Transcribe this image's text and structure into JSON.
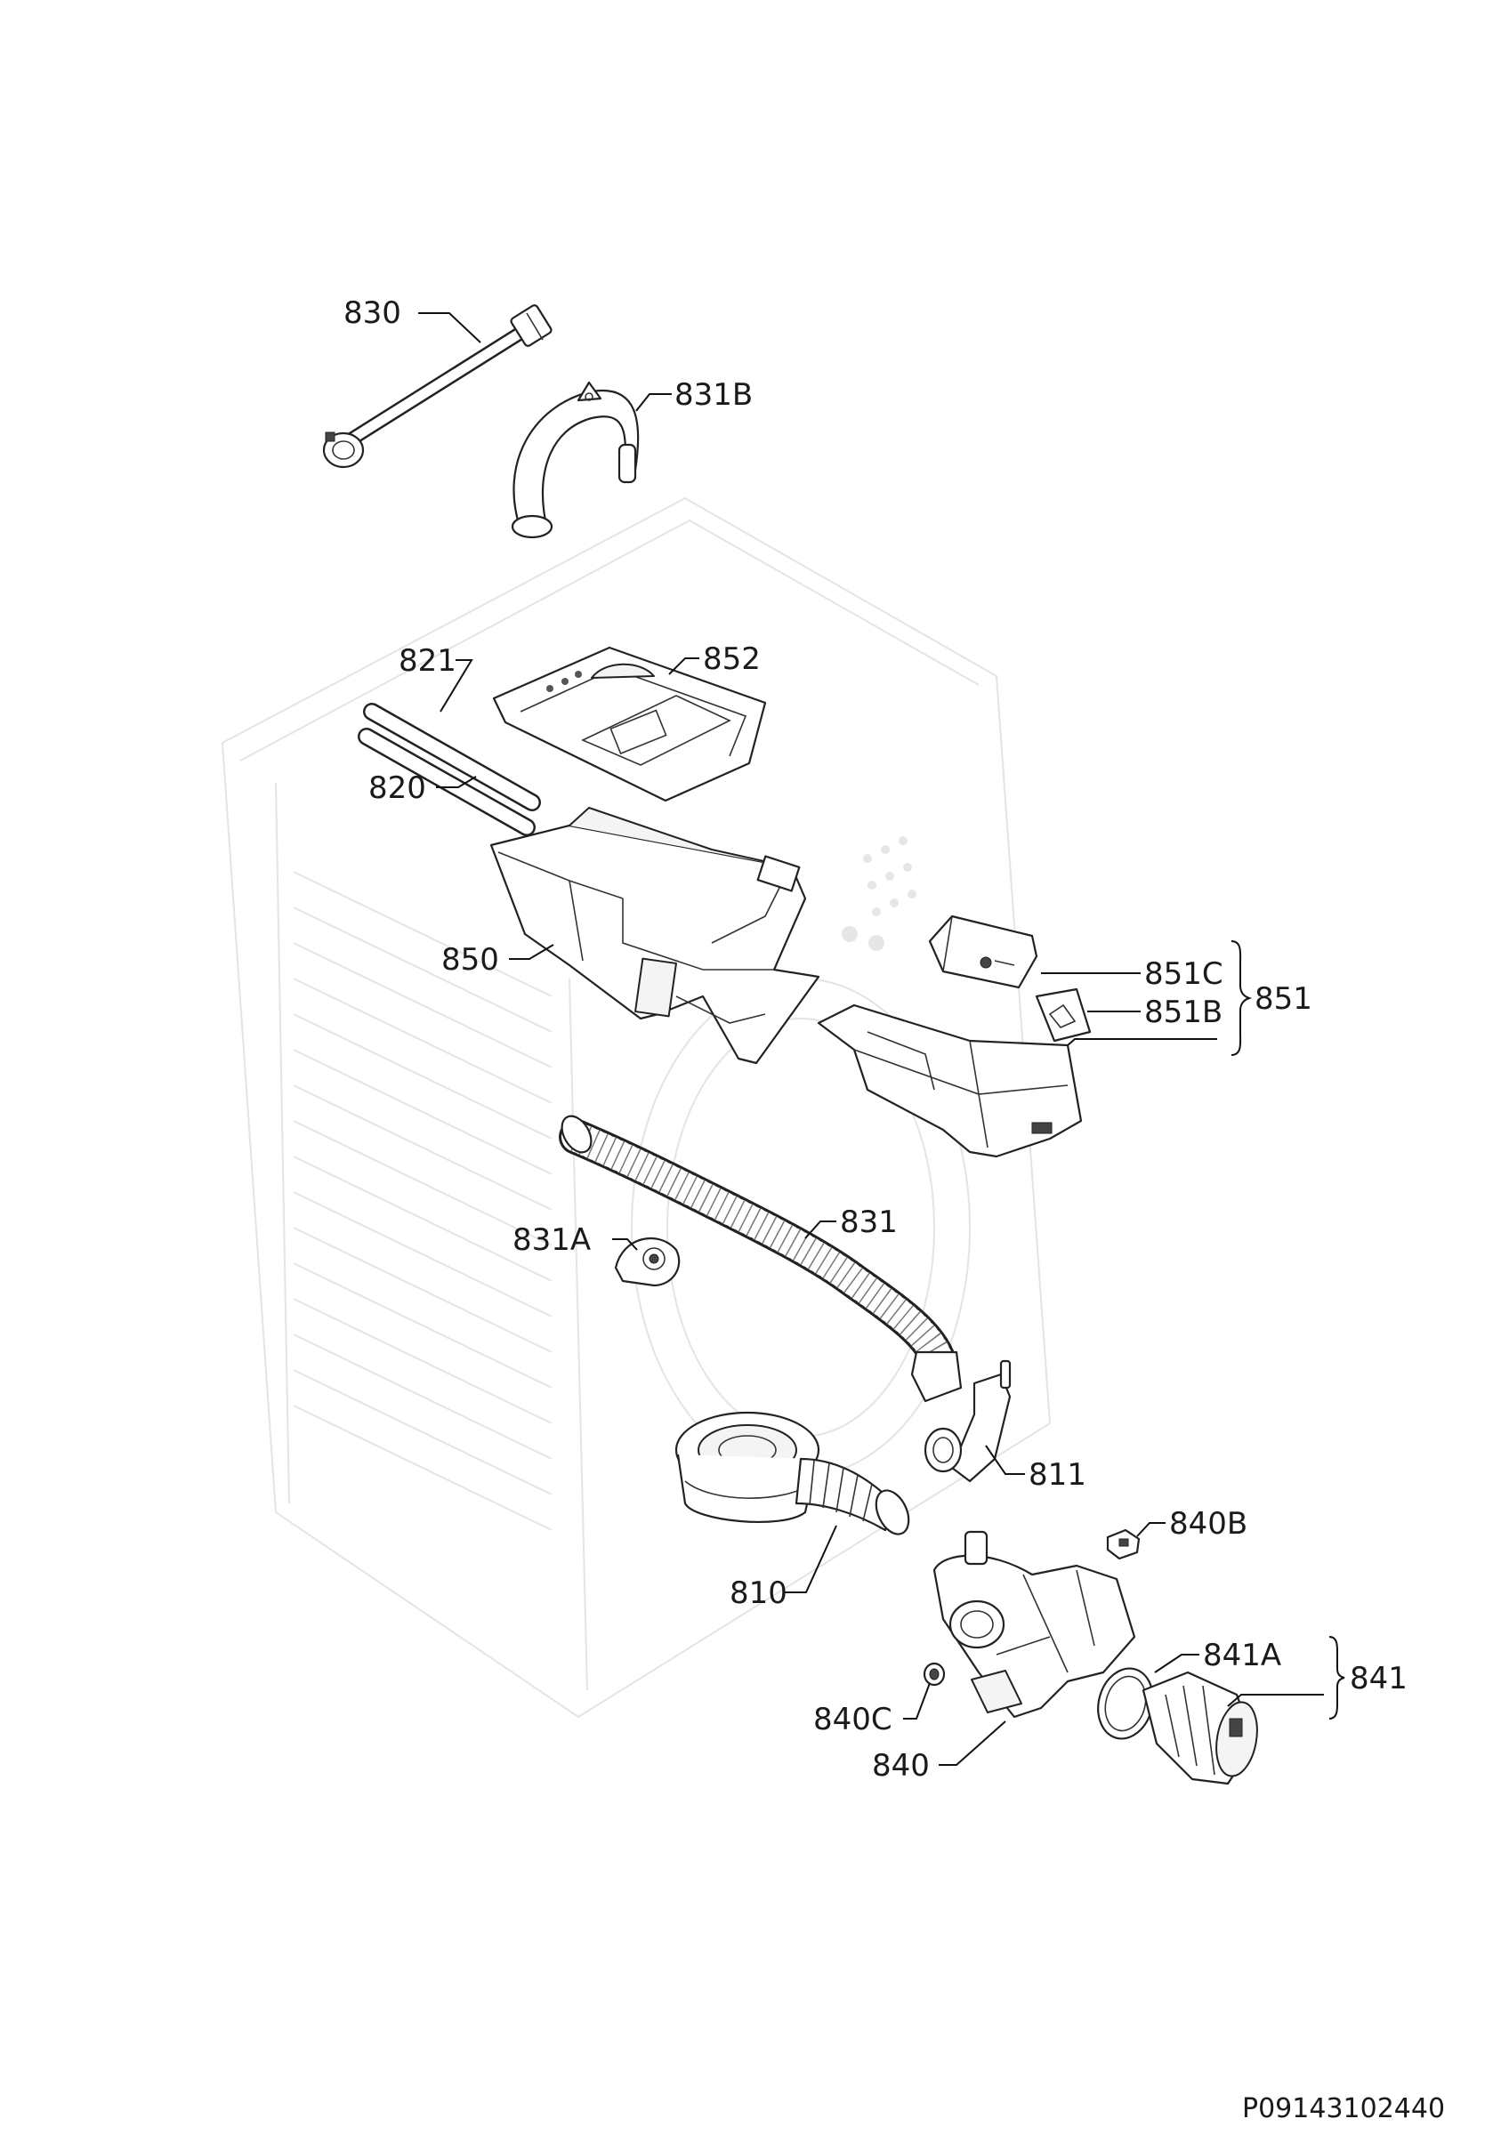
{
  "callouts": {
    "c830": "830",
    "c831B": "831B",
    "c821": "821",
    "c852": "852",
    "c820": "820",
    "c850": "850",
    "c851C": "851C",
    "c851B": "851B",
    "c851": "851",
    "c831": "831",
    "c831A": "831A",
    "c811": "811",
    "c810": "810",
    "c840B": "840B",
    "c841A": "841A",
    "c841": "841",
    "c840C": "840C",
    "c840": "840"
  },
  "doc_code": "P09143102440"
}
